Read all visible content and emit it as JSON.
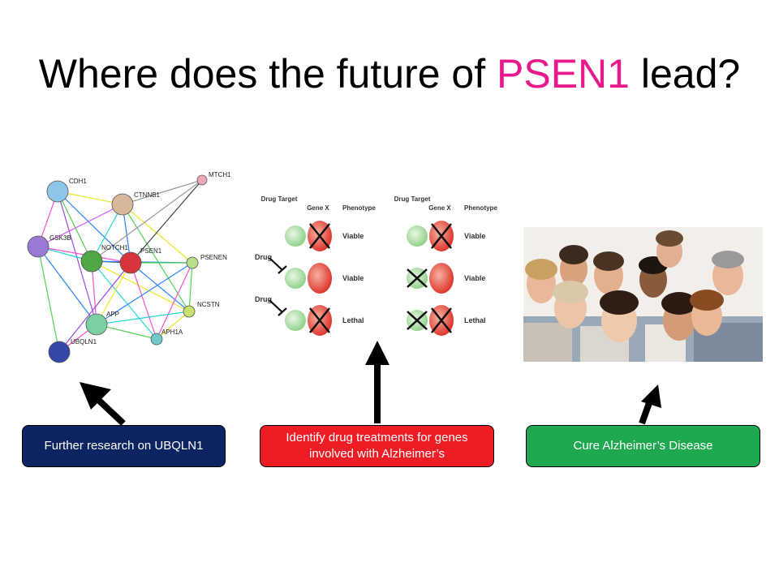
{
  "slide": {
    "title_prefix": "Where does the future of ",
    "title_accent": "PSEN1",
    "title_suffix": " lead?",
    "accent_color": "#e8198b"
  },
  "network": {
    "nodes": [
      "CDH1",
      "CTNNB1",
      "MTCH1",
      "GSK3B",
      "NOTCH1",
      "PSEN1",
      "PSENEN",
      "NCSTN",
      "APP",
      "APH1A",
      "UBQLN1"
    ]
  },
  "drug_table": {
    "headers": [
      "Drug Target",
      "Gene X",
      "Phenotype"
    ],
    "drug_label": "Drug",
    "left_phenotypes": [
      "Viable",
      "Viable",
      "Lethal"
    ],
    "right_phenotypes": [
      "Viable",
      "Viable",
      "Lethal"
    ]
  },
  "boxes": [
    {
      "text": "Further research on UBQLN1",
      "color": "#0d2462"
    },
    {
      "text": "Identify drug treatments for genes involved with Alzheimer’s",
      "color": "#ee1c25"
    },
    {
      "text": "Cure Alzheimer’s Disease",
      "color": "#1fa84f"
    }
  ]
}
